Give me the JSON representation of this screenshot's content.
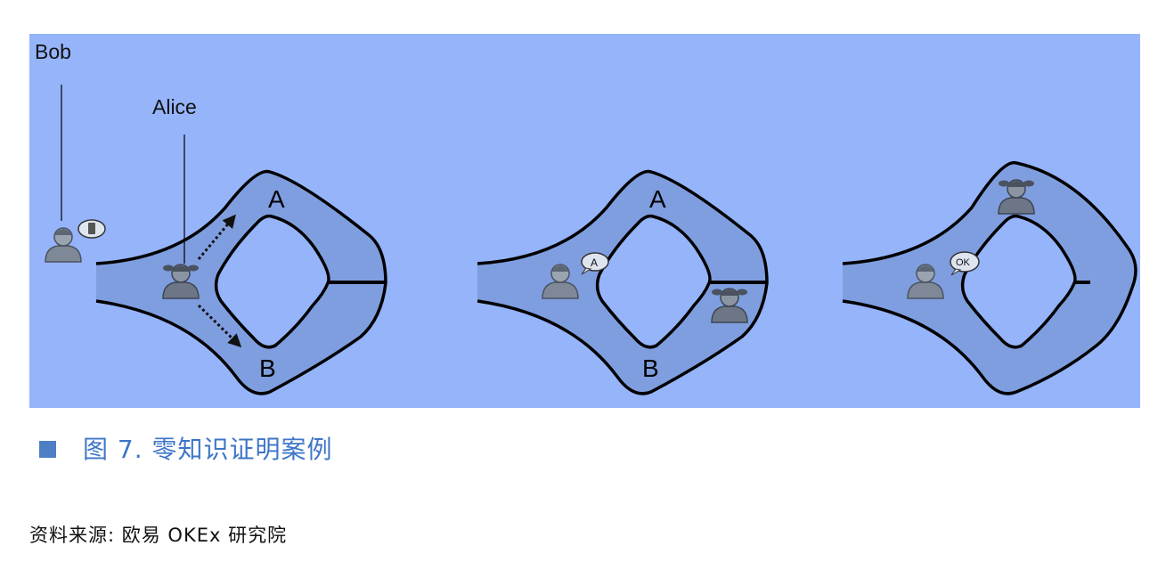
{
  "figure": {
    "bg_color": "#96b4fa",
    "tunnel_color": "#7f9ee0",
    "labels": {
      "bob": "Bob",
      "alice": "Alice",
      "a1": "A",
      "b1": "B",
      "a2": "A",
      "b2": "B",
      "bubble_a": "A",
      "bubble_ok": "OK"
    },
    "icons": [
      "person-icon",
      "speech-bubble-icon",
      "dotted-arrow-icon"
    ]
  },
  "caption": {
    "text": "图 7. 零知识证明案例",
    "color": "#3d76c8"
  },
  "source": {
    "text": "资料来源: 欧易 OKEx 研究院"
  }
}
